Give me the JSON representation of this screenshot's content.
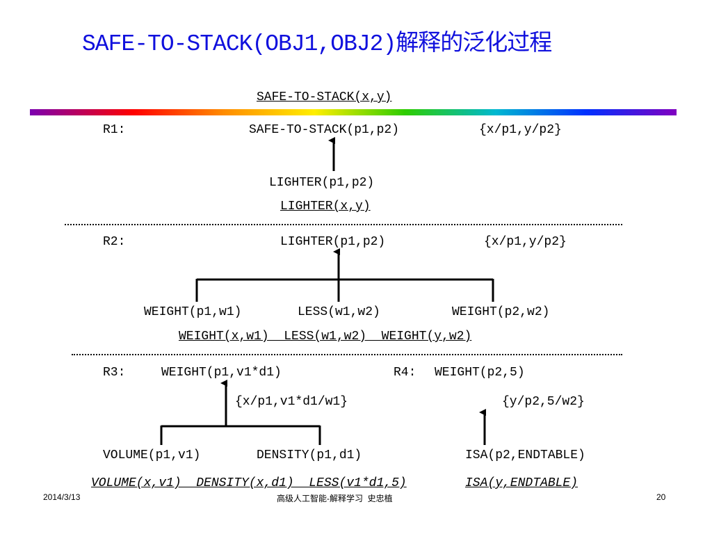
{
  "title": "SAFE-TO-STACK(OBJ1,OBJ2)解释的泛化过程",
  "rule_blocks": [
    {
      "target": "SAFE-TO-STACK(x,y)",
      "label": "R1:",
      "conclusion": "SAFE-TO-STACK(p1,p2)",
      "binding": "{x/p1,y/p2}",
      "premise": "LIGHTER(p1,p2)"
    },
    {
      "target": "LIGHTER(x,y)",
      "label": "R2:",
      "conclusion": "LIGHTER(p1,p2)",
      "binding": "{x/p1,y/p2}",
      "premises": [
        "WEIGHT(p1,w1)",
        "LESS(w1,w2)",
        "WEIGHT(p2,w2)"
      ]
    },
    {
      "target": "WEIGHT(x,w1)  LESS(w1,w2)  WEIGHT(y,w2)"
    }
  ],
  "rule3": {
    "label": "R3:",
    "conclusion": "WEIGHT(p1,v1*d1)",
    "binding": "{x/p1,v1*d1/w1}",
    "premises": [
      "VOLUME(p1,v1)",
      "DENSITY(p1,d1)"
    ]
  },
  "rule4": {
    "label": "R4:",
    "conclusion": "WEIGHT(p2,5)",
    "binding": "{y/p2,5/w2}",
    "premise": "ISA(p2,ENDTABLE)"
  },
  "final_left": "VOLUME(x,v1)  DENSITY(x,d1)  LESS(v1*d1,5)",
  "final_right": "ISA(y,ENDTABLE)",
  "footer": {
    "date": "2014/3/13",
    "center": "高级人工智能-解释学习  史忠植",
    "page": "20"
  }
}
